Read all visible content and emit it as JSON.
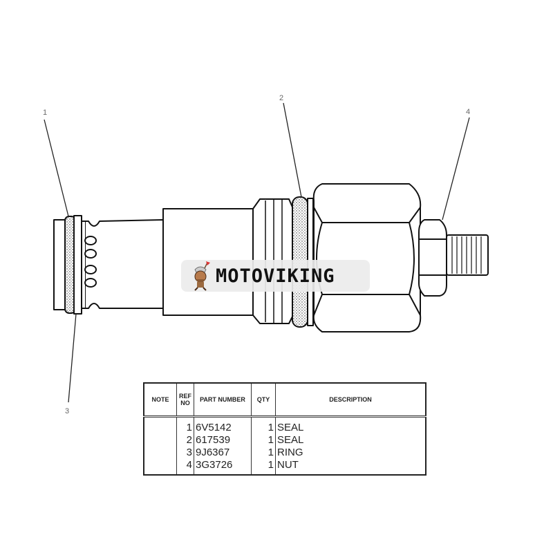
{
  "diagram": {
    "callouts": [
      {
        "ref": "1",
        "label": "1"
      },
      {
        "ref": "2",
        "label": "2"
      },
      {
        "ref": "3",
        "label": "3"
      },
      {
        "ref": "4",
        "label": "4"
      }
    ]
  },
  "watermark": {
    "brand": "MOTOVIKING",
    "mascot_icon": "viking-mascot-icon"
  },
  "parts_table": {
    "headers": {
      "note": "NOTE",
      "ref_no": "REF NO",
      "part_number": "PART NUMBER",
      "qty": "QTY",
      "description": "DESCRIPTION"
    },
    "rows": [
      {
        "note": "",
        "ref_no": "1",
        "part_number": "6V5142",
        "qty": "1",
        "description": "SEAL"
      },
      {
        "note": "",
        "ref_no": "2",
        "part_number": "617539",
        "qty": "1",
        "description": "SEAL"
      },
      {
        "note": "",
        "ref_no": "3",
        "part_number": "9J6367",
        "qty": "1",
        "description": "RING"
      },
      {
        "note": "",
        "ref_no": "4",
        "part_number": "3G3726",
        "qty": "1",
        "description": "NUT"
      }
    ]
  }
}
